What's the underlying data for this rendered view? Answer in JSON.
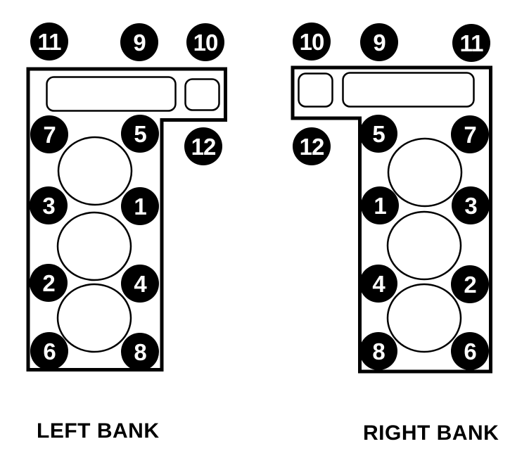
{
  "left_bank": {
    "label": "LEFT BANK",
    "bolts": [
      "11",
      "9",
      "10",
      "7",
      "5",
      "12",
      "3",
      "1",
      "2",
      "4",
      "6",
      "8"
    ],
    "cylinder_count": 3
  },
  "right_bank": {
    "label": "RIGHT BANK",
    "bolts": [
      "10",
      "9",
      "11",
      "5",
      "7",
      "12",
      "1",
      "3",
      "4",
      "2",
      "8",
      "6"
    ],
    "cylinder_count": 3
  },
  "colors": {
    "background": "#ffffff",
    "outline": "#000000",
    "bolt_fill": "#000000",
    "bolt_number": "#ffffff",
    "label_text": "#000000"
  }
}
